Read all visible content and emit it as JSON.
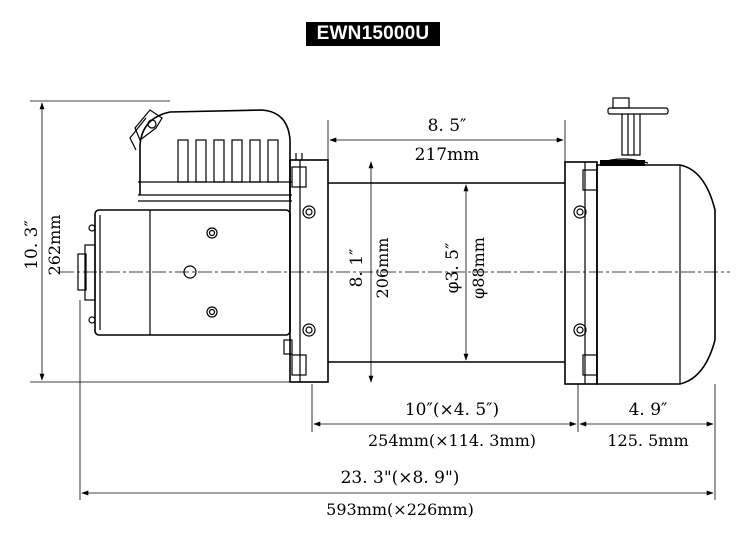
{
  "model": "EWN15000U",
  "dimensions": {
    "drum_length_in": "8. 5″",
    "drum_length_mm": "217mm",
    "height_in": "10. 3″",
    "height_mm": "262mm",
    "flange_in": "8. 1″",
    "flange_mm": "206mm",
    "drum_dia_in": "φ3. 5″",
    "drum_dia_mm": "φ88mm",
    "mount_in": "10″(×4. 5″)",
    "mount_mm": "254mm(×114. 3mm)",
    "gear_in": "4. 9″",
    "gear_mm": "125. 5mm",
    "overall_in": "23. 3\"(×8. 9\")",
    "overall_mm": "593mm(×226mm)"
  }
}
